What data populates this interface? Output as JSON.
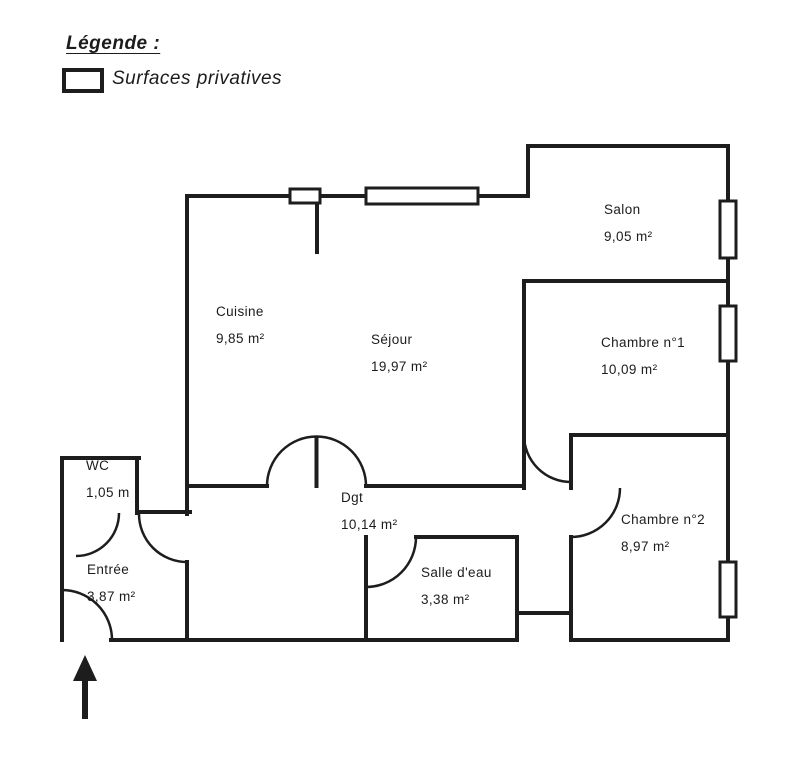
{
  "legend": {
    "title": "Légende :",
    "item_label": "Surfaces privatives"
  },
  "rooms": [
    {
      "name": "Salon",
      "area": "9,05 m²"
    },
    {
      "name": "Cuisine",
      "area": "9,85 m²"
    },
    {
      "name": "Séjour",
      "area": "19,97 m²"
    },
    {
      "name": "Chambre n°1",
      "area": "10,09 m²"
    },
    {
      "name": "Chambre n°2",
      "area": "8,97 m²"
    },
    {
      "name": "WC",
      "area": "1,05 m"
    },
    {
      "name": "Entrée",
      "area": "3,87 m²"
    },
    {
      "name": "Dgt",
      "area": "10,14 m²"
    },
    {
      "name": "Salle d'eau",
      "area": "3,38 m²"
    }
  ],
  "colors": {
    "line": "#1d1d1d",
    "background": "#ffffff"
  }
}
